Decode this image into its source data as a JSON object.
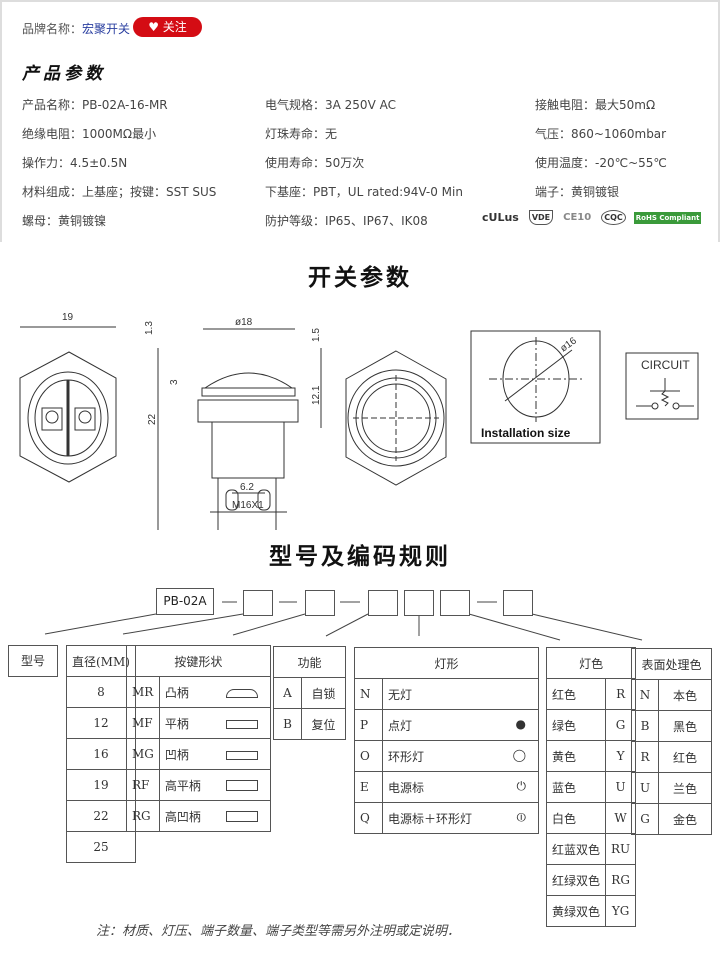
{
  "brand": {
    "label": "品牌名称：",
    "value": "宏聚开关",
    "follow_label": "关注",
    "follow_icon": "heart-icon"
  },
  "params_title": "产品参数",
  "specs": [
    [
      "产品名称：PB-02A-16-MR",
      "电气规格：3A  250V  AC",
      "接触电阻：最大50mΩ"
    ],
    [
      "绝缘电阻：1000MΩ最小",
      "灯珠寿命：无",
      "气压：860~1060mbar"
    ],
    [
      "操作力：4.5±0.5N",
      "使用寿命：50万次",
      "使用温度：-20℃~55℃"
    ],
    [
      "材料组成：上基座；按键：SST SUS",
      "下基座：PBT，UL rated:94V-0 Min",
      "端子：黄铜镀银"
    ],
    [
      "螺母：黄铜镀镍",
      "防护等级：IP65、IP67、IK08",
      ""
    ]
  ],
  "certs": [
    "cULus",
    "VDE",
    "CE10",
    "CQC",
    "RoHS Compliant"
  ],
  "switch_title": "开关参数",
  "drawing": {
    "d19": "19",
    "d18": "ø18",
    "d13": "1.3",
    "d15": "1.5",
    "d3": "3",
    "d22": "22",
    "d121": "12.1",
    "d62": "6.2",
    "m16": "M16X1",
    "d16": "ø16",
    "install": "Installation size",
    "circuit": "CIRCUIT"
  },
  "code_title": "型号及编码规则",
  "code_prefix": "PB-02A",
  "model_label": "型号",
  "diameter": {
    "header": "直径(MM)",
    "rows": [
      "8",
      "12",
      "16",
      "19",
      "22",
      "25"
    ]
  },
  "button_shape": {
    "header": "按键形状",
    "rows": [
      [
        "MR",
        "凸柄"
      ],
      [
        "MF",
        "平柄"
      ],
      [
        "MG",
        "凹柄"
      ],
      [
        "RF",
        "高平柄"
      ],
      [
        "RG",
        "高凹柄"
      ]
    ]
  },
  "function": {
    "header": "功能",
    "rows": [
      [
        "A",
        "自锁"
      ],
      [
        "B",
        "复位"
      ]
    ]
  },
  "lamp_shape": {
    "header": "灯形",
    "rows": [
      [
        "N",
        "无灯",
        ""
      ],
      [
        "P",
        "点灯",
        "●"
      ],
      [
        "O",
        "环形灯",
        "◯"
      ],
      [
        "E",
        "电源标",
        "⏻"
      ],
      [
        "Q",
        "电源标＋环形灯",
        "⏼"
      ]
    ]
  },
  "lamp_color": {
    "header": "灯色",
    "rows": [
      [
        "红色",
        "R"
      ],
      [
        "绿色",
        "G"
      ],
      [
        "黄色",
        "Y"
      ],
      [
        "蓝色",
        "U"
      ],
      [
        "白色",
        "W"
      ],
      [
        "红蓝双色",
        "RU"
      ],
      [
        "红绿双色",
        "RG"
      ],
      [
        "黄绿双色",
        "YG"
      ]
    ]
  },
  "surface": {
    "header": "表面处理色",
    "rows": [
      [
        "N",
        "本色"
      ],
      [
        "B",
        "黑色"
      ],
      [
        "R",
        "红色"
      ],
      [
        "U",
        "兰色"
      ],
      [
        "G",
        "金色"
      ]
    ]
  },
  "note": "注：材质、灯压、端子数量、端子类型等需另外注明或定说明．",
  "colors": {
    "follow": "#d40c14",
    "brand": "#2a3fa0"
  }
}
